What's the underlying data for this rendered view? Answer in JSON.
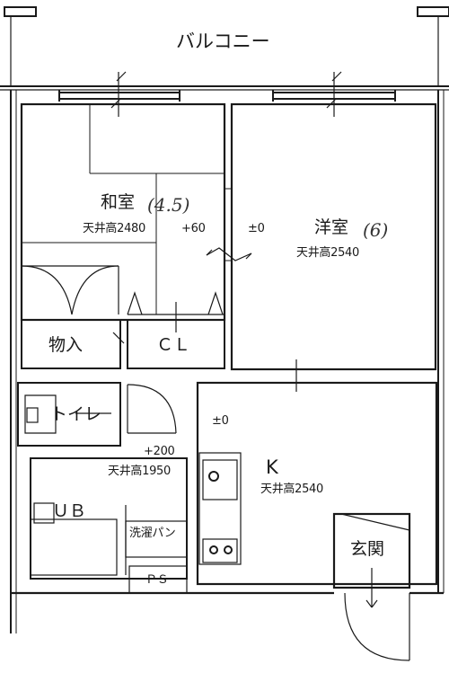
{
  "labels": {
    "balcony": "バルコニー",
    "washitsu": "和室",
    "washitsu_size": "(4.5)",
    "washitsu_ceiling": "天井高2480",
    "washitsu_level": "+60",
    "yoshitsu": "洋室",
    "yoshitsu_size": "(6)",
    "yoshitsu_level": "±0",
    "yoshitsu_ceiling": "天井高2540",
    "storage": "物入",
    "closet": "ＣＬ",
    "toilet": "トイレ",
    "kitchen_level": "±0",
    "bath_level": "+200",
    "bath_ceiling": "天井高1950",
    "kitchen": "K",
    "kitchen_ceiling": "天井高2540",
    "unit_bath": "ＵＢ",
    "washer_pan": "洗濯パン",
    "entrance": "玄関",
    "pipe_space": "ＰＳ"
  }
}
